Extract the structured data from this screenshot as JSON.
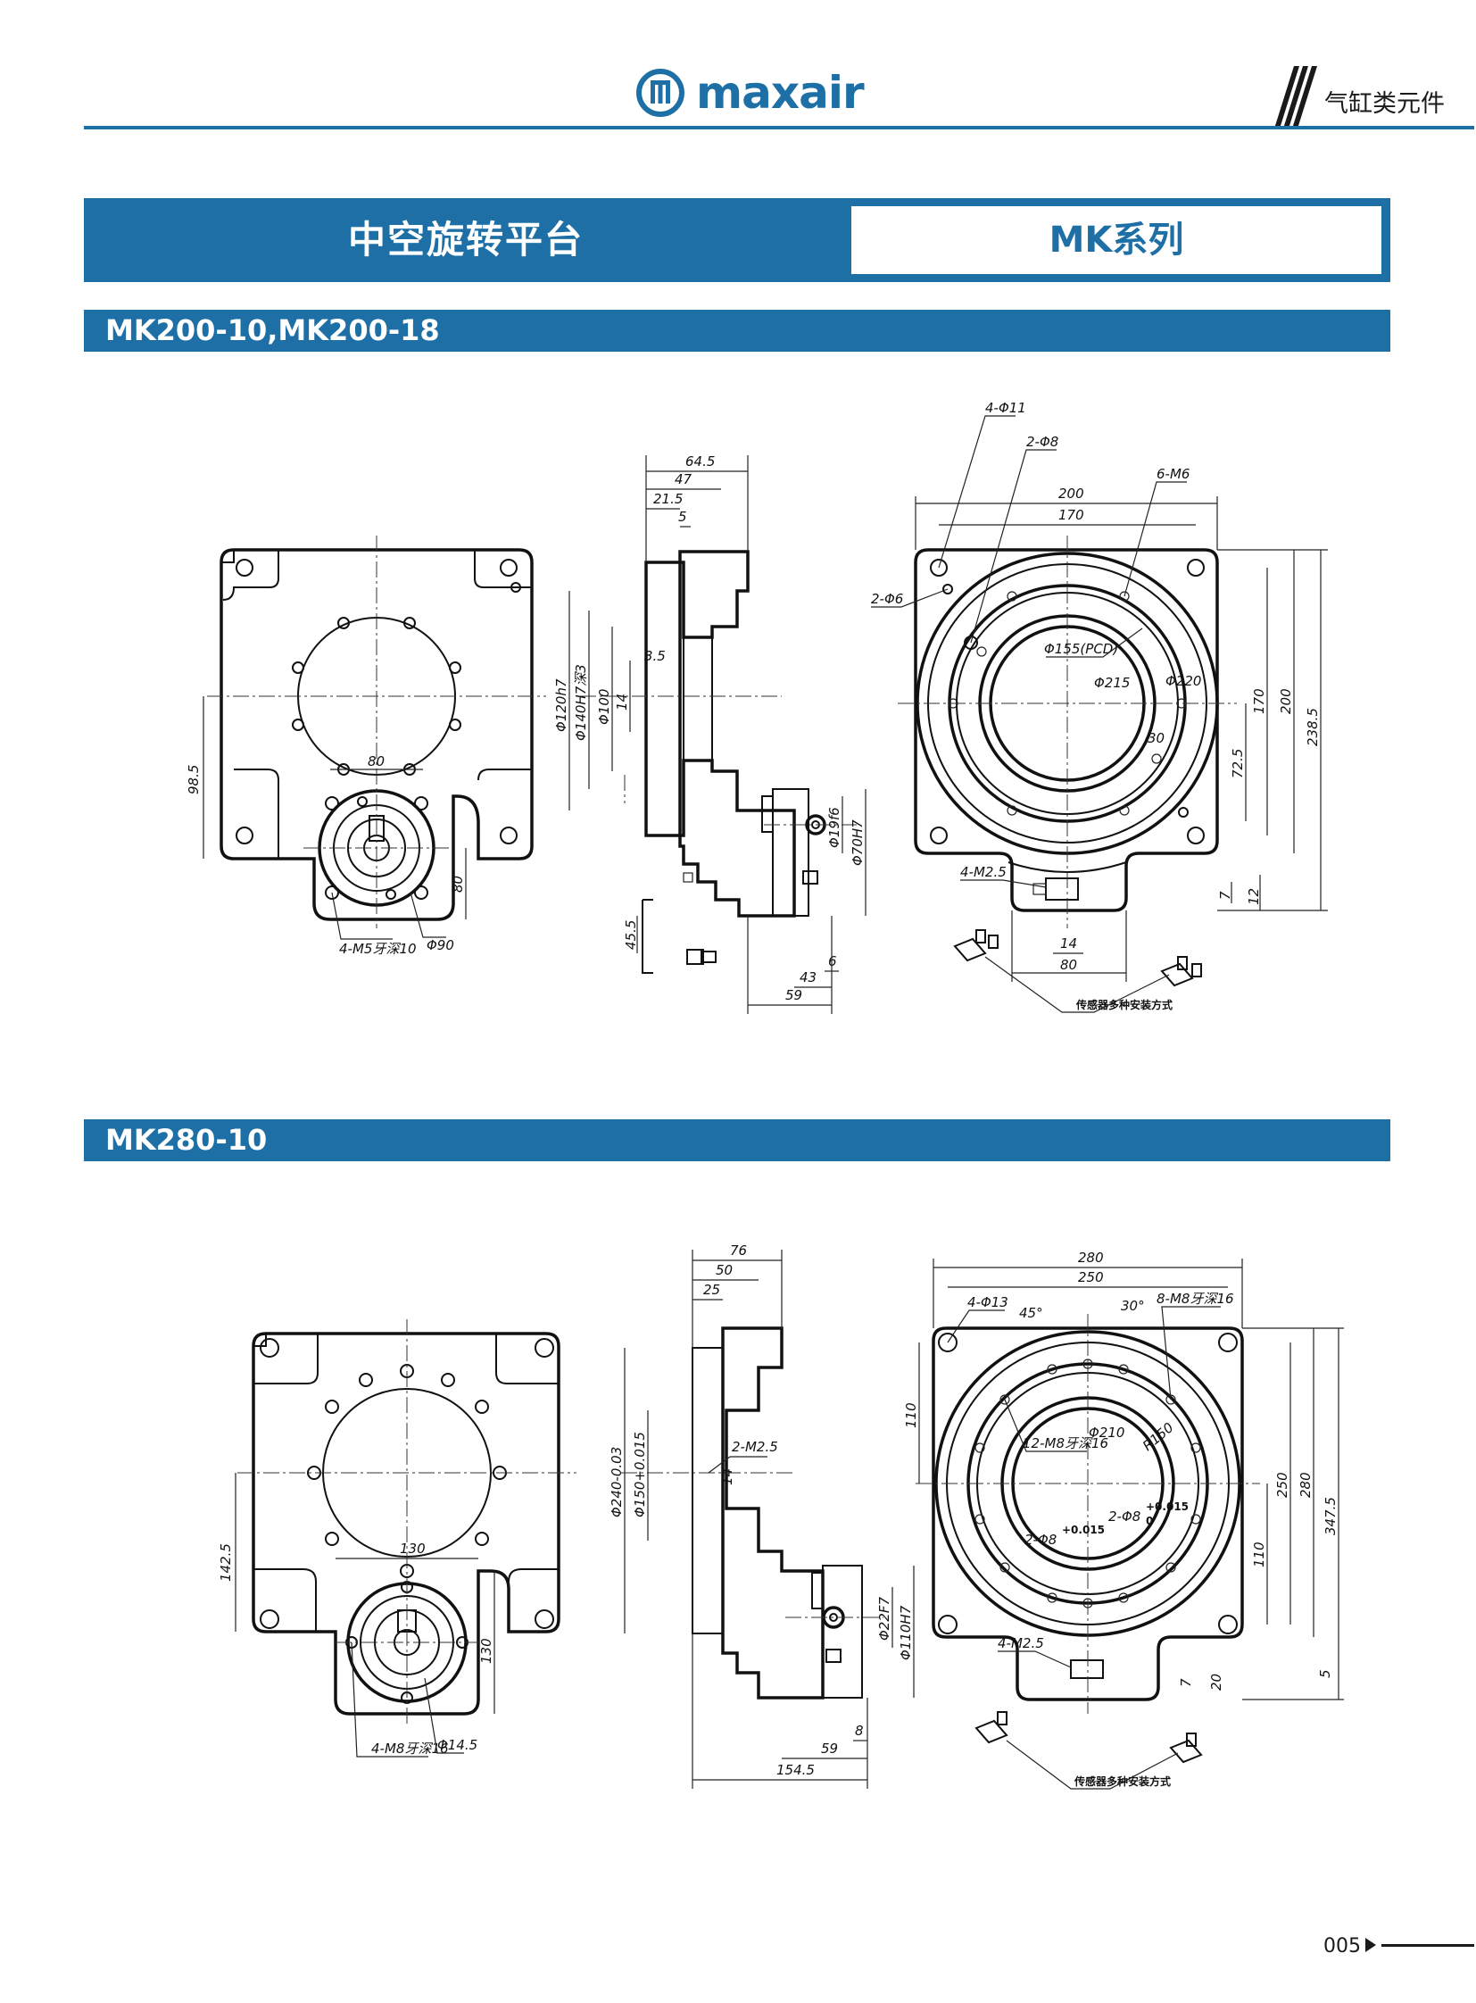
{
  "header": {
    "brand": "maxair",
    "category": "气缸类元件",
    "brand_color": "#1d6fa5"
  },
  "title": {
    "main": "中空旋转平台",
    "series": "MK系列"
  },
  "sections": [
    {
      "heading": "MK200-10,MK200-18",
      "dims": {
        "d64_5": "64.5",
        "d47": "47",
        "d21_5": "21.5",
        "d5": "5",
        "d120h7": "Φ120h7",
        "d140h7": "Φ140H7深3",
        "d100": "Φ100",
        "d14": "14",
        "d3_5": "3.5",
        "d98_5": "98.5",
        "d80a": "80",
        "d80b": "80",
        "m5": "4-M5牙深10",
        "d90": "Φ90",
        "d45_5": "45.5",
        "d19f6": "Φ19f6",
        "d70h7": "Φ70H7",
        "d43": "43",
        "d6": "6",
        "d59": "59",
        "h4d11": "4-Φ11",
        "h2d8": "2-Φ8",
        "m6": "6-M6",
        "d200": "200",
        "d170": "170",
        "h2d6": "2-Φ6",
        "pcd155": "Φ155(PCD)",
        "d215": "Φ215",
        "d220": "Φ220",
        "d30": "30",
        "v170": "170",
        "v200": "200",
        "v238_5": "238.5",
        "v72_5": "72.5",
        "m2_5": "4-M2.5",
        "d7": "7",
        "d12": "12",
        "d14b": "14",
        "d80c": "80",
        "sensor_note": "传感器多种安装方式"
      }
    },
    {
      "heading": "MK280-10",
      "dims": {
        "d76": "76",
        "d50": "50",
        "d25": "25",
        "m2_5": "2-M2.5",
        "d14": "14",
        "d240": "Φ240-0.03",
        "d150": "Φ150+0.015",
        "d142_5": "142.5",
        "d130a": "130",
        "d130b": "130",
        "m8a": "4-M8牙深16",
        "d14_5": "Φ14.5",
        "d22f7": "Φ22F7",
        "d110h7": "Φ110H7",
        "d8": "8",
        "d59": "59",
        "d154_5": "154.5",
        "d280": "280",
        "d250": "250",
        "h4d13": "4-Φ13",
        "a45": "45°",
        "a30": "30°",
        "m8b": "8-M8牙深16",
        "v110a": "110",
        "m8c": "12-M8牙深16",
        "d210": "Φ210",
        "r150": "R150",
        "h2d8a": "2-Φ8",
        "h2d8b": "2-Φ8",
        "tol": "+0.015",
        "tol0": "0",
        "v250": "250",
        "v280": "280",
        "v347_5": "347.5",
        "v110b": "110",
        "m2_5b": "4-M2.5",
        "d7": "7",
        "d20": "20",
        "d5": "5",
        "sensor_note": "传感器多种安装方式"
      }
    }
  ],
  "footer": {
    "page_number": "005"
  }
}
